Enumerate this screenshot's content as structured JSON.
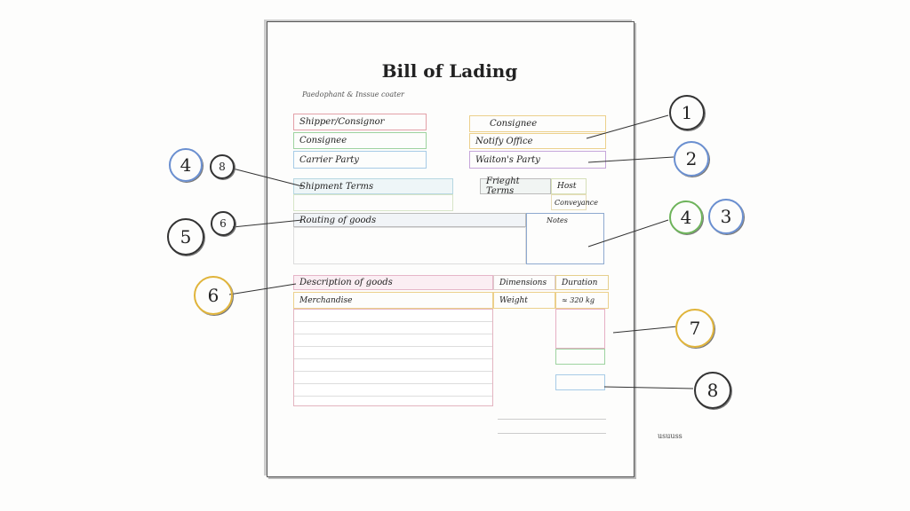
{
  "document": {
    "title": "Bill of Lading",
    "subtitle": "Paedophant & Inssue coater"
  },
  "parties_left": [
    "Shipper/Consignor",
    "Consignee",
    "Carrier Party"
  ],
  "parties_right": [
    "Consignee",
    "Notify Office",
    "Waiton's Party"
  ],
  "terms": {
    "shipment": "Shipment Terms",
    "freight": "Frieght Terms",
    "host": "Host",
    "conveyance": "Conveyance"
  },
  "routing": {
    "label": "Routing of goods",
    "notes": "Notes"
  },
  "goods_table": {
    "headers": [
      "Description of goods",
      "Dimensions",
      "Duration"
    ],
    "row": [
      "Merchandise",
      "Weight",
      "≈ 320 kg"
    ]
  },
  "footer": "usuuss",
  "callouts": [
    "4",
    "8",
    "5",
    "6",
    "6",
    "1",
    "2",
    "4",
    "3",
    "7",
    "8"
  ]
}
